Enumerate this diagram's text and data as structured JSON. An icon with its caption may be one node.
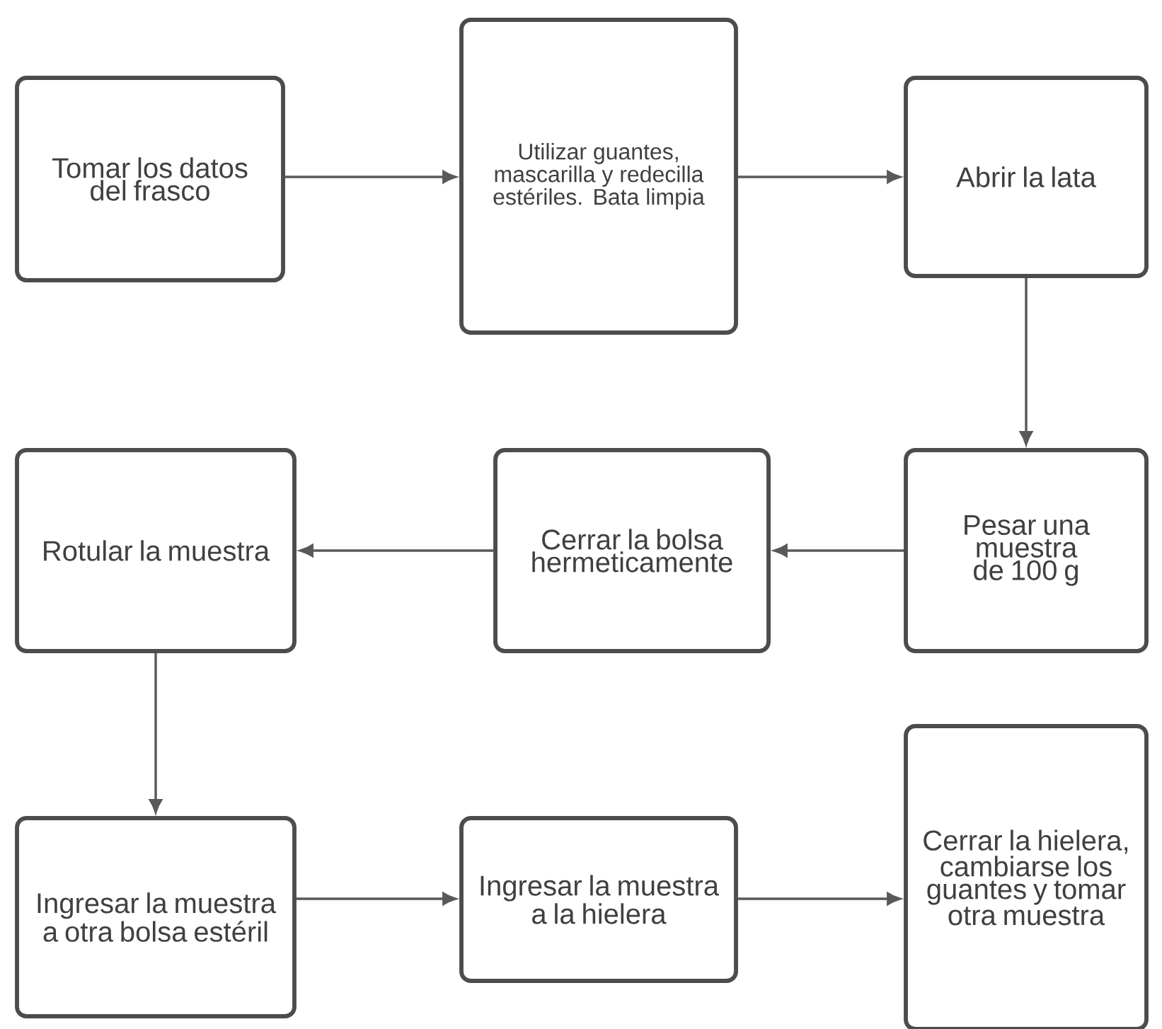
{
  "diagram": {
    "nodes": [
      {
        "text": [
          "Tomar los datos del frasco"
        ]
      },
      {
        "text": [
          "Utilizar guantes, mascarilla y redecilla estériles. Bata limpia"
        ]
      },
      {
        "text": [
          "Abrir la lata"
        ]
      },
      {
        "text": [
          "Pesar una muestra de 100 g"
        ]
      },
      {
        "text": [
          "Cerrar la bolsa hermeticamente"
        ]
      },
      {
        "text": [
          "Rotular la muestra"
        ]
      },
      {
        "text": [
          "Ingresar la muestra a otra bolsa estéril"
        ]
      },
      {
        "text": [
          "Ingresar la muestra a la hielera"
        ]
      },
      {
        "text": [
          "Cerrar la hielera, cambiarse los guantes y tomar otra muestra"
        ]
      }
    ],
    "edges": [
      {
        "from": 0,
        "to": 1,
        "arrow": "to"
      },
      {
        "from": 1,
        "to": 2,
        "arrow": "to"
      },
      {
        "from": 2,
        "to": 3,
        "arrow": "to"
      },
      {
        "from": 3,
        "to": 4,
        "arrow": "to"
      },
      {
        "from": 4,
        "to": 5,
        "arrow": "to"
      },
      {
        "from": 5,
        "to": 6,
        "arrow": "to"
      },
      {
        "from": 6,
        "to": 7,
        "arrow": "to"
      },
      {
        "from": 7,
        "to": 8,
        "arrow": "to"
      }
    ]
  }
}
